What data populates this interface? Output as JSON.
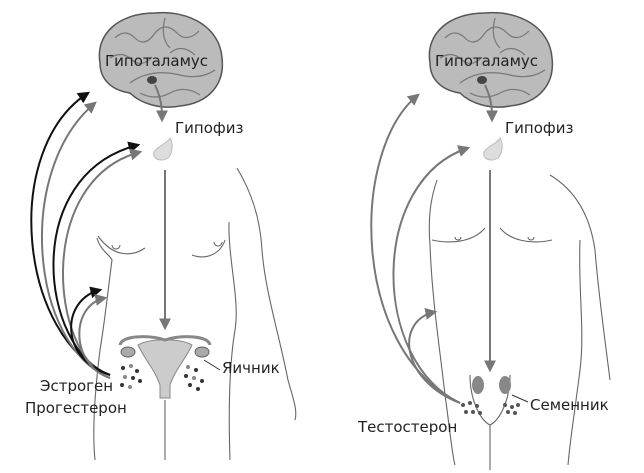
{
  "female": {
    "hypothalamus": "Гипоталамус",
    "pituitary": "Гипофиз",
    "ovary": "Яичник",
    "estrogen": "Эстроген",
    "progesterone": "Прогестерон"
  },
  "male": {
    "hypothalamus": "Гипоталамус",
    "pituitary": "Гипофиз",
    "testis": "Семенник",
    "testosterone": "Тестостерон"
  },
  "colors": {
    "gray_arrow": "#777777",
    "black_arrow": "#111111"
  }
}
